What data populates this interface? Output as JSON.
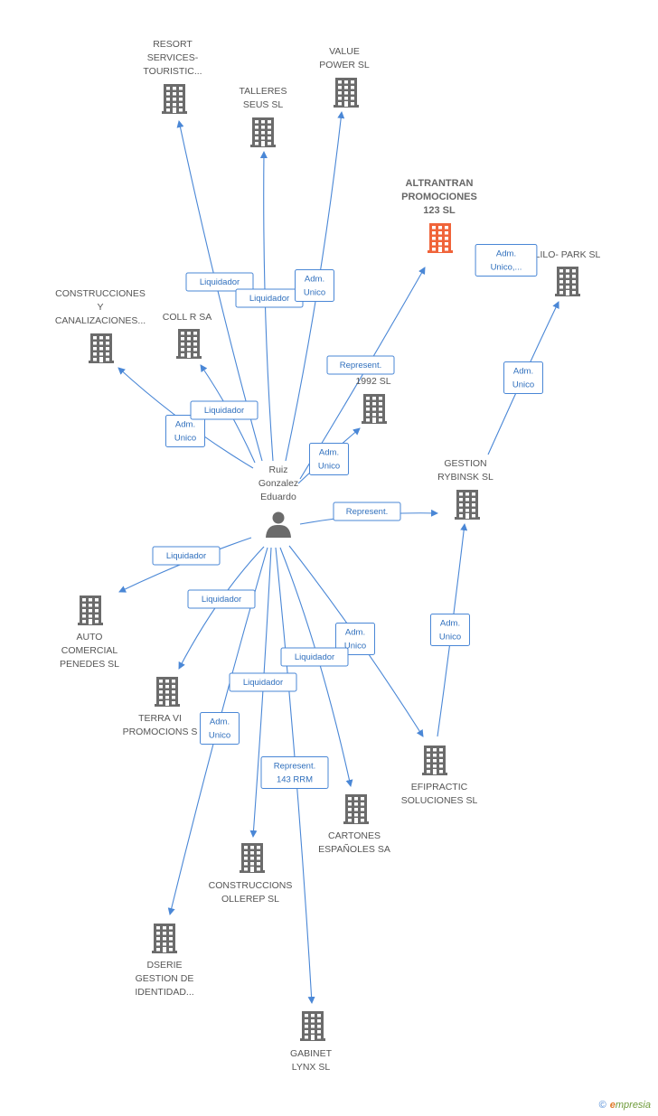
{
  "center": {
    "label": [
      "Ruiz",
      "Gonzalez",
      "Eduardo"
    ]
  },
  "nodes": [
    {
      "id": "resort",
      "label": [
        "RESORT",
        "SERVICES-",
        "TOURISTIC..."
      ]
    },
    {
      "id": "talleres",
      "label": [
        "TALLERES",
        "SEUS SL"
      ]
    },
    {
      "id": "value",
      "label": [
        "VALUE",
        "POWER SL"
      ]
    },
    {
      "id": "altrantran",
      "label": [
        "ALTRANTRAN",
        "PROMOCIONES",
        "123 SL"
      ],
      "highlight": true,
      "color": "#f0643a"
    },
    {
      "id": "lilo",
      "label": [
        "LILO- PARK SL"
      ]
    },
    {
      "id": "construcciones_y",
      "label": [
        "CONSTRUCCIONES",
        "Y",
        "CANALIZACIONES..."
      ]
    },
    {
      "id": "coll",
      "label": [
        "COLL R SA"
      ]
    },
    {
      "id": "s1992",
      "label": [
        "1992 SL"
      ]
    },
    {
      "id": "gestion",
      "label": [
        "GESTION",
        "RYBINSK SL"
      ]
    },
    {
      "id": "auto",
      "label": [
        "AUTO",
        "COMERCIAL",
        "PENEDES SL"
      ]
    },
    {
      "id": "terra",
      "label": [
        "TERRA VI",
        "PROMOCIONS S"
      ]
    },
    {
      "id": "efipractic",
      "label": [
        "EFIPRACTIC",
        "SOLUCIONES SL"
      ]
    },
    {
      "id": "cartones",
      "label": [
        "CARTONES",
        "ESPAÑOLES SA"
      ]
    },
    {
      "id": "ollerep",
      "label": [
        "CONSTRUCCIONS",
        "OLLEREP SL"
      ]
    },
    {
      "id": "dserie",
      "label": [
        "DSERIE",
        "GESTION DE",
        "IDENTIDAD..."
      ]
    },
    {
      "id": "gabinet",
      "label": [
        "GABINET",
        "LYNX SL"
      ]
    }
  ],
  "edges": [
    {
      "from": "center",
      "to": "resort",
      "label": [
        "Liquidador"
      ]
    },
    {
      "from": "center",
      "to": "talleres",
      "label": [
        "Liquidador"
      ]
    },
    {
      "from": "center",
      "to": "value",
      "label": [
        "Adm.",
        "Unico"
      ]
    },
    {
      "from": "center",
      "to": "altrantran",
      "label": [
        "Represent."
      ]
    },
    {
      "from": "gestion",
      "to": "lilo",
      "label": [
        "Adm.",
        "Unico"
      ]
    },
    {
      "from": "center",
      "to": "construcciones_y",
      "label": [
        "Adm.",
        "Unico"
      ]
    },
    {
      "from": "center",
      "to": "coll",
      "label": [
        "Liquidador"
      ]
    },
    {
      "from": "center",
      "to": "s1992",
      "label": [
        "Adm.",
        "Unico"
      ]
    },
    {
      "from": "center",
      "to": "gestion",
      "label": [
        "Represent."
      ]
    },
    {
      "from": "center",
      "to": "auto",
      "label": [
        "Liquidador"
      ]
    },
    {
      "from": "center",
      "to": "terra",
      "label": [
        "Liquidador"
      ]
    },
    {
      "from": "center",
      "to": "efipractic",
      "label": [
        "Adm.",
        "Unico"
      ]
    },
    {
      "from": "efipractic",
      "to": "gestion",
      "label": [
        "Adm.",
        "Unico"
      ]
    },
    {
      "from": "center",
      "to": "cartones",
      "label": [
        "Liquidador"
      ]
    },
    {
      "from": "center",
      "to": "ollerep",
      "label": [
        "Liquidador"
      ]
    },
    {
      "from": "center",
      "to": "dserie",
      "label": [
        "Adm.",
        "Unico"
      ]
    },
    {
      "from": "center",
      "to": "gabinet",
      "label": [
        "Represent.",
        "143 RRM"
      ]
    }
  ],
  "extra_tags": [
    {
      "near": "lilo",
      "label": [
        "Adm.",
        "Unico,..."
      ]
    }
  ],
  "colors": {
    "edge": "#4a87d6",
    "building": "#6b6b6b",
    "highlight": "#f0643a"
  },
  "footer": {
    "copyright": "©",
    "brand_e": "e",
    "brand_rest": "mpresia"
  }
}
